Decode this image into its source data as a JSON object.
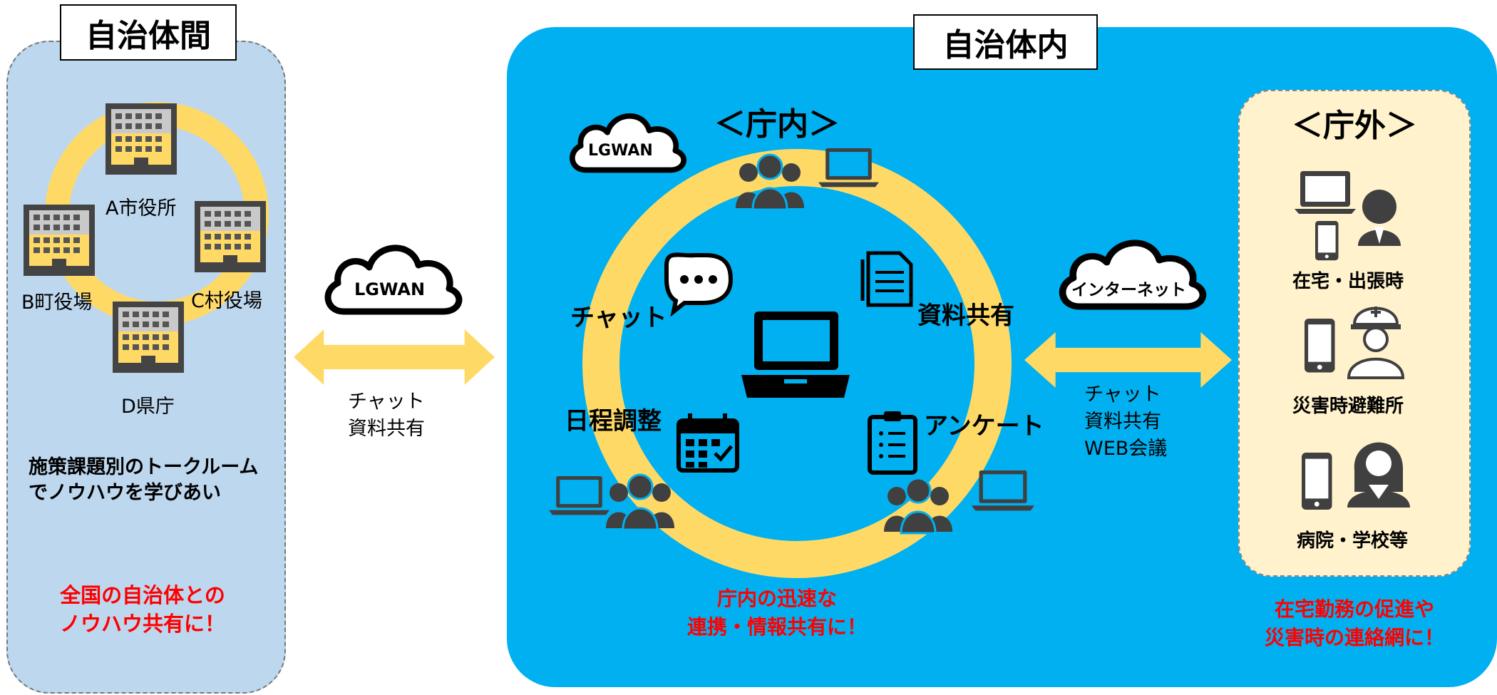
{
  "left_panel": {
    "title": "自治体間",
    "buildings": [
      "A市役所",
      "B町役場",
      "C村役場",
      "D県庁"
    ],
    "cloud_label": "LGWAN",
    "arrow_text": [
      "チャット",
      "資料共有"
    ],
    "description": [
      "施策課題別のトークルーム",
      "でノウハウを学びあい"
    ],
    "tagline": [
      "全国の自治体との",
      "ノウハウ共有に！"
    ]
  },
  "main_panel": {
    "title": "自治体内",
    "cloud_label": "LGWAN",
    "heading": "＜庁内＞",
    "features": {
      "chat": "チャット",
      "doc_share": "資料共有",
      "schedule": "日程調整",
      "survey": "アンケート"
    },
    "tagline": [
      "庁内の迅速な",
      "連携・情報共有に！"
    ]
  },
  "middle_right": {
    "cloud_label": "インターネット",
    "arrow_text": [
      "チャット",
      "資料共有",
      "WEB会議"
    ]
  },
  "outside_panel": {
    "heading": "＜庁外＞",
    "items": [
      "在宅・出張時",
      "災害時避難所",
      "病院・学校等"
    ],
    "tagline": [
      "在宅勤務の促進や",
      "災害時の連絡網に！"
    ]
  },
  "colors": {
    "left_bg": "#bdd7ee",
    "main_bg": "#00b0f0",
    "outside_bg": "#fff2cc",
    "ring": "#ffd966",
    "accent_red": "#ff0000",
    "icon_dark": "#404040"
  },
  "icons": [
    "building-icon",
    "cloud-icon",
    "double-arrow-icon",
    "people-icon",
    "laptop-icon",
    "chat-bubble-icon",
    "document-icon",
    "calendar-icon",
    "clipboard-icon",
    "smartphone-icon",
    "businessman-icon",
    "helmet-worker-icon",
    "woman-icon"
  ]
}
